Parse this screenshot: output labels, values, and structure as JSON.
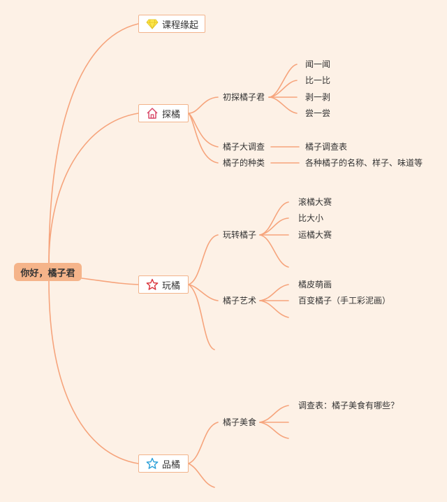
{
  "root": {
    "label": "你好，橘子君"
  },
  "topics": [
    {
      "label": "课程缘起",
      "icon": "diamond-icon"
    },
    {
      "label": "探橘",
      "icon": "house-icon",
      "children": [
        {
          "label": "初探橘子君",
          "children": [
            "闻一闻",
            "比一比",
            "剥一剥",
            "尝一尝"
          ]
        },
        {
          "label": "橘子大调查",
          "children": [
            "橘子调查表"
          ]
        },
        {
          "label": "橘子的种类",
          "children": [
            "各种橘子的名称、样子、味道等"
          ]
        }
      ]
    },
    {
      "label": "玩橘",
      "icon": "star-red-icon",
      "children": [
        {
          "label": "玩转橘子",
          "children": [
            "滚橘大赛",
            "比大小",
            "运橘大赛"
          ]
        },
        {
          "label": "橘子艺术",
          "children": [
            "橘皮萌画",
            "百变橘子（手工彩泥画）"
          ]
        }
      ]
    },
    {
      "label": "品橘",
      "icon": "star-blue-icon",
      "children": [
        {
          "label": "橘子美食",
          "children": [
            "调查表：橘子美食有哪些？"
          ]
        }
      ]
    }
  ],
  "colors": {
    "background": "#fdf1e6",
    "branch": "#f6a47c",
    "root_fill": "#f5b48a",
    "topic_border": "#f2b38b"
  }
}
